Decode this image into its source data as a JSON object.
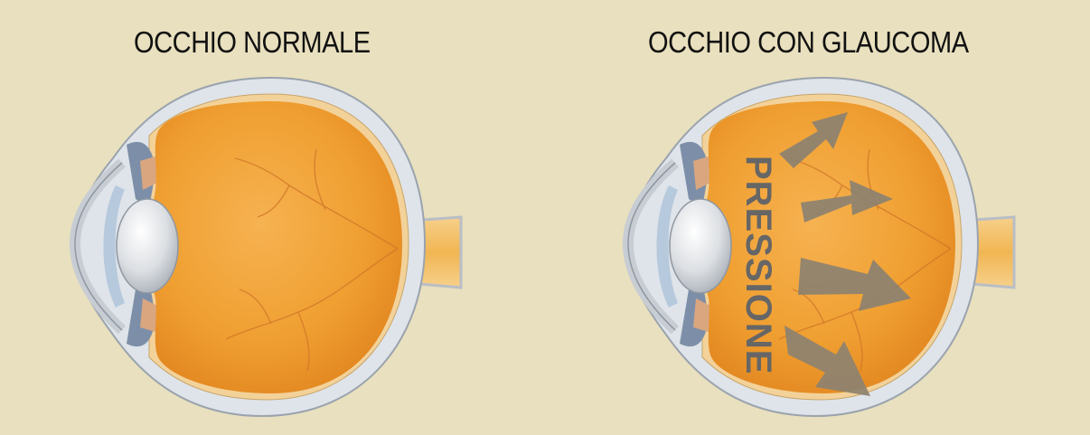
{
  "panels": {
    "normal": {
      "title": "OCCHIO NORMALE"
    },
    "glaucoma": {
      "title": "OCCHIO CON GLAUCOMA",
      "pressure_label": "PRESSIONE"
    }
  },
  "colors": {
    "background": "#e8e0be",
    "vitreous": "#f0a437",
    "sclera": "#dfe3e8",
    "lens": "#d8dce0",
    "optic_nerve": "#f5c56a",
    "arrows": "#8d8270"
  }
}
